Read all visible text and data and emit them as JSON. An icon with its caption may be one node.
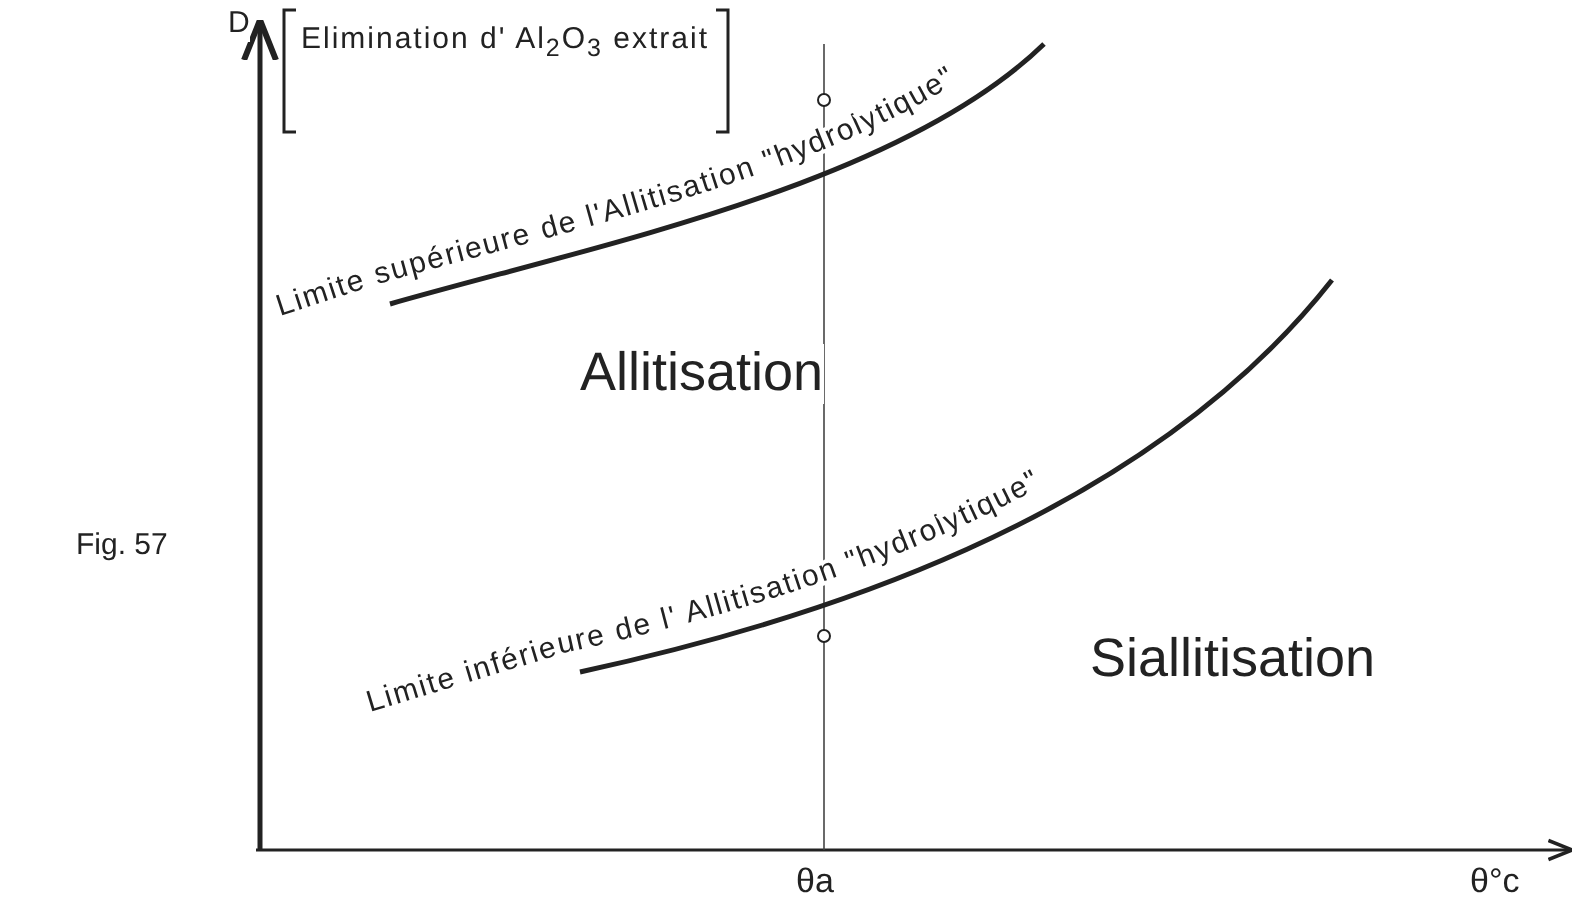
{
  "diagram": {
    "labels": [
      "D",
      "Elimination d' Al$_{2}$O$_{3}$ extrait",
      "Limite supérieure de l'Allitisation \"hydrolytique\"",
      "Allitisation",
      "Fig. 57",
      "Limite inférieure de l' Allitisation \"hydrolytique\"",
      "Siallitisation",
      "θa",
      "θ°c"
    ]
  }
}
